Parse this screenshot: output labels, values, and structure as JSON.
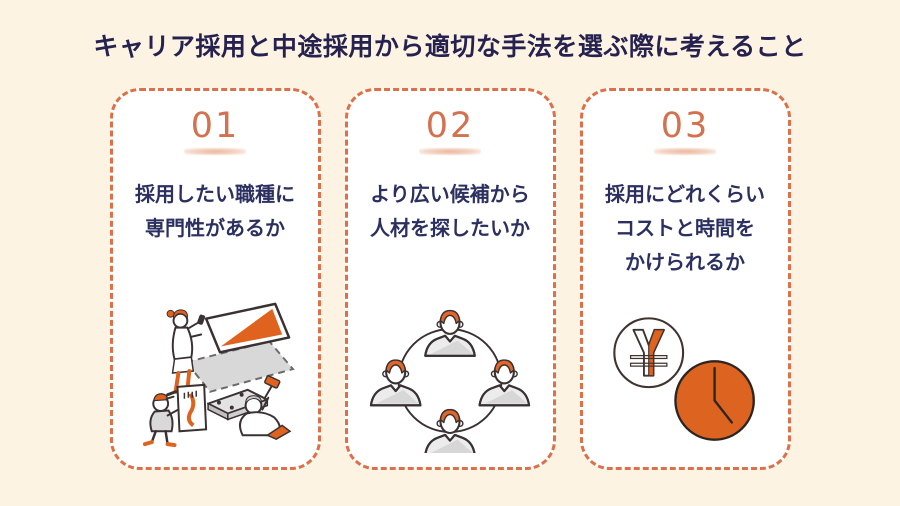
{
  "page": {
    "title": "キャリア採用と中途採用から適切な手法を選ぶ際に考えること",
    "background_color": "#fdf3e2",
    "card_border_color": "#dd7048",
    "number_color": "#d4714e",
    "title_color": "#262250",
    "text_color": "#2b3060",
    "illustration_accent_color": "#e0621f"
  },
  "cards": [
    {
      "number": "01",
      "line1": "採用したい職種に",
      "line2": "専門性があるか",
      "line3": "",
      "illustration": "panel-assembly-illustration"
    },
    {
      "number": "02",
      "line1": "より広い候補から",
      "line2": "人材を探したいか",
      "line3": "",
      "illustration": "people-network-illustration"
    },
    {
      "number": "03",
      "line1": "採用にどれくらい",
      "line2": "コストと時間を",
      "line3": "かけられるか",
      "illustration": "cost-and-time-illustration"
    }
  ]
}
